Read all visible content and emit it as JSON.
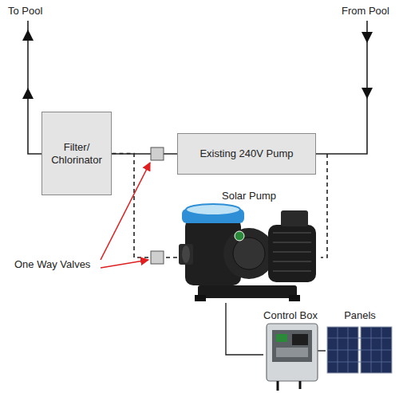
{
  "diagram": {
    "nodes": [
      {
        "text": [
          "Filter/ Chlorinator"
        ]
      },
      {
        "text": [
          "Existing 240V Pump"
        ]
      },
      {
        "text": [
          "Solar Pump"
        ]
      },
      {
        "text": [
          "Control Box"
        ]
      },
      {
        "text": [
          "Panels"
        ]
      }
    ],
    "edges": [
      {
        "from": 1,
        "to": 0,
        "arrow": "none"
      },
      {
        "from": 2,
        "to": 0,
        "arrow": "none"
      },
      {
        "from": 2,
        "to": 3,
        "arrow": "none"
      },
      {
        "from": 3,
        "to": 4,
        "arrow": "none"
      }
    ],
    "labels": [
      "To Pool",
      "From Pool",
      "One Way Valves"
    ]
  }
}
